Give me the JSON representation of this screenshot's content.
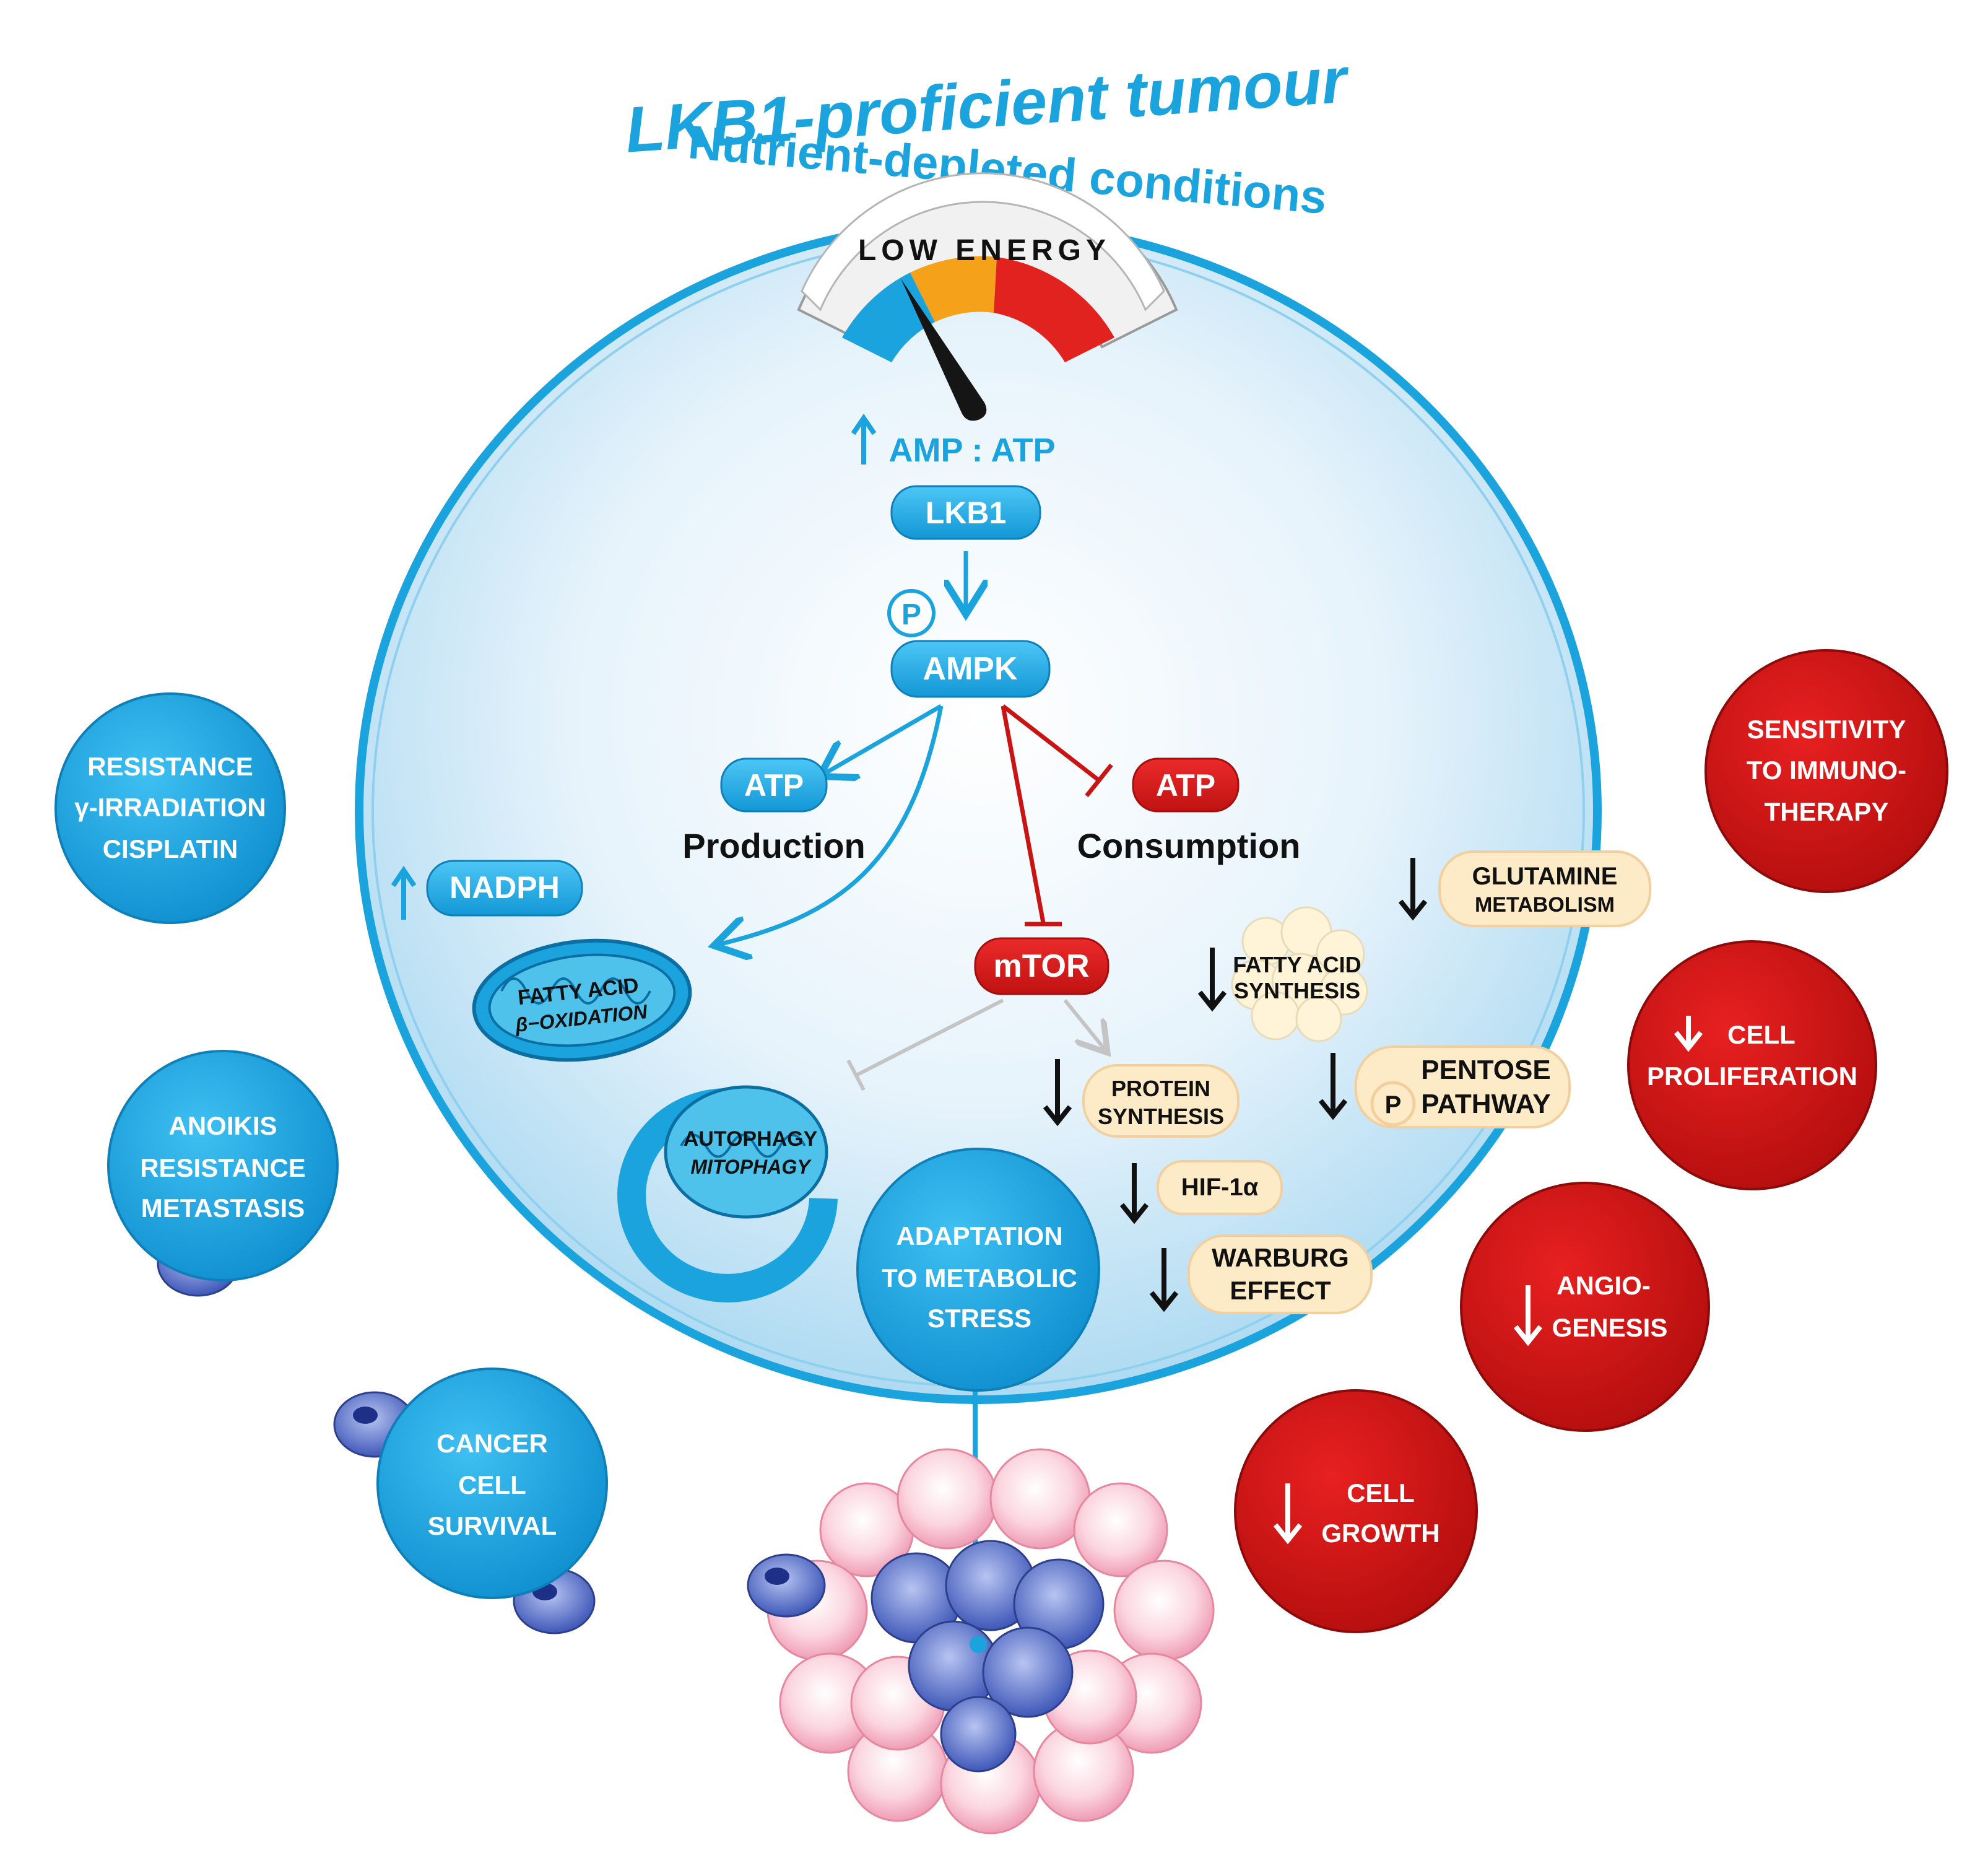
{
  "title": "LKB1-proficient tumour",
  "subtitle": "Nutrient-depleted conditions",
  "gauge": {
    "label": "LOW ENERGY"
  },
  "amp_atp": "AMP : ATP",
  "lkb1": "LKB1",
  "phospho": "P",
  "ampk": "AMPK",
  "atp_production": {
    "badge": "ATP",
    "label": "Production"
  },
  "atp_consumption": {
    "badge": "ATP",
    "label": "Consumption"
  },
  "nadph": "NADPH",
  "mitochondrion": {
    "line1": "FATTY ACID",
    "line2": "β−OXIDATION"
  },
  "mtor": "mTOR",
  "autophagy": {
    "line1": "AUTOPHAGY",
    "line2": "MITOPHAGY"
  },
  "glutamine": {
    "line1": "GLUTAMINE",
    "line2": "METABOLISM"
  },
  "fatty_acid_synthesis": {
    "line1": "FATTY ACID",
    "line2": "SYNTHESIS"
  },
  "protein_synthesis": {
    "line1": "PROTEIN",
    "line2": "SYNTHESIS"
  },
  "pentose": {
    "line1": "PENTOSE",
    "p": "P",
    "line2": "PATHWAY"
  },
  "hif": "HIF-1α",
  "warburg": {
    "line1": "WARBURG",
    "line2": "EFFECT"
  },
  "adaptation": {
    "line1": "ADAPTATION",
    "line2": "TO METABOLIC",
    "line3": "STRESS"
  },
  "left_circles": {
    "resistance": {
      "line1": "RESISTANCE",
      "line2": "γ-IRRADIATION",
      "line3": "CISPLATIN"
    },
    "anoikis": {
      "line1": "ANOIKIS",
      "line2": "RESISTANCE",
      "line3": "METASTASIS"
    },
    "survival": {
      "line1": "CANCER",
      "line2": "CELL",
      "line3": "SURVIVAL"
    }
  },
  "right_circles": {
    "immuno": {
      "line1": "SENSITIVITY",
      "line2": "TO IMMUNO-",
      "line3": "THERAPY"
    },
    "proliferation": {
      "line1": "CELL",
      "line2": "PROLIFERATION"
    },
    "angiogenesis": {
      "line1": "ANGIO-",
      "line2": "GENESIS"
    },
    "growth": {
      "line1": "CELL",
      "line2": "GROWTH"
    }
  },
  "colors": {
    "blue": "#1aa3dc",
    "red": "#d21a1a",
    "beige": "#fdebc8"
  }
}
